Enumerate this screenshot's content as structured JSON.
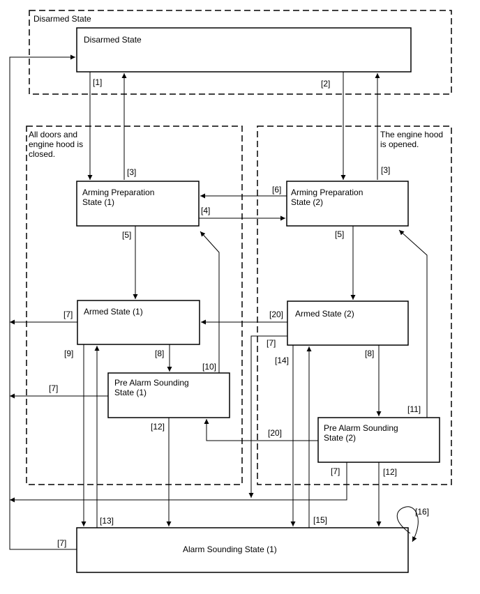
{
  "regions": {
    "disarmed": "Disarmed State",
    "closed": [
      "All doors and",
      "engine hood is",
      "closed."
    ],
    "opened": [
      "The engine hood",
      "is opened."
    ]
  },
  "states": {
    "disarmed": [
      "Disarmed State"
    ],
    "arming_prep_1": [
      "Arming Preparation",
      "State (1)"
    ],
    "arming_prep_2": [
      "Arming Preparation",
      "State (2)"
    ],
    "armed_1": [
      "Armed State (1)"
    ],
    "armed_2": [
      "Armed State (2)"
    ],
    "pre_alarm_1": [
      "Pre Alarm Sounding",
      "State (1)"
    ],
    "pre_alarm_2": [
      "Pre Alarm Sounding",
      "State (2)"
    ],
    "alarm": [
      "Alarm Sounding State (1)"
    ]
  },
  "transitions": {
    "t1": "[1]",
    "t2": "[2]",
    "t3a": "[3]",
    "t3b": "[3]",
    "t4": "[4]",
    "t6": "[6]",
    "t5a": "[5]",
    "t5b": "[5]",
    "t7a": "[7]",
    "t7b": "[7]",
    "t7c": "[7]",
    "t7d": "[7]",
    "t7e": "[7]",
    "t8a": "[8]",
    "t8b": "[8]",
    "t9": "[9]",
    "t10": "[10]",
    "t11": "[11]",
    "t12a": "[12]",
    "t12b": "[12]",
    "t13": "[13]",
    "t14": "[14]",
    "t15": "[15]",
    "t16": "[16]",
    "t20a": "[20]",
    "t20b": "[20]"
  }
}
